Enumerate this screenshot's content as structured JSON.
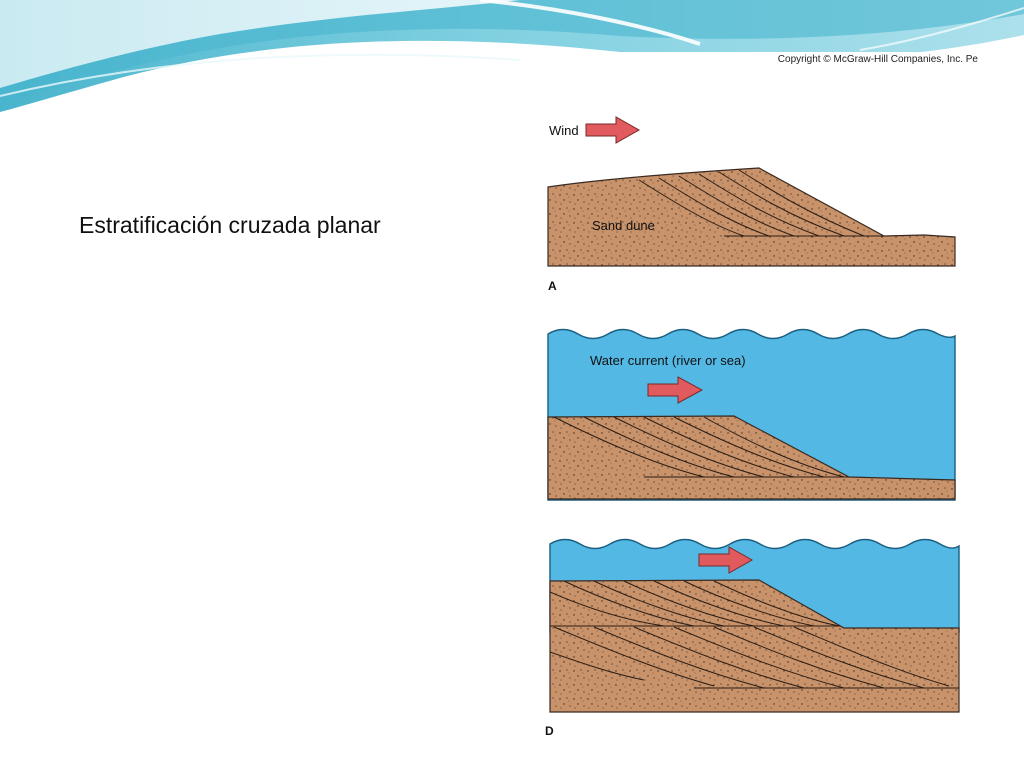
{
  "slide": {
    "title": "Estratificación cruzada planar"
  },
  "figure": {
    "copyright": "Copyright © McGraw-Hill Companies, Inc. Pe",
    "panels": [
      {
        "id": "A",
        "letter": "A",
        "medium_label": "Wind",
        "deposit_label": "Sand dune"
      },
      {
        "id": "B",
        "medium_label": "Water current (river or sea)"
      },
      {
        "id": "D",
        "letter": "D"
      }
    ]
  },
  "colors": {
    "sand": "#c8926a",
    "sand_speckle": "#3b2a1e",
    "water": "#54b8e4",
    "arrow": "#e05a5e",
    "banner_teal": "#5fc7d8",
    "banner_light": "#bfe6ef"
  }
}
